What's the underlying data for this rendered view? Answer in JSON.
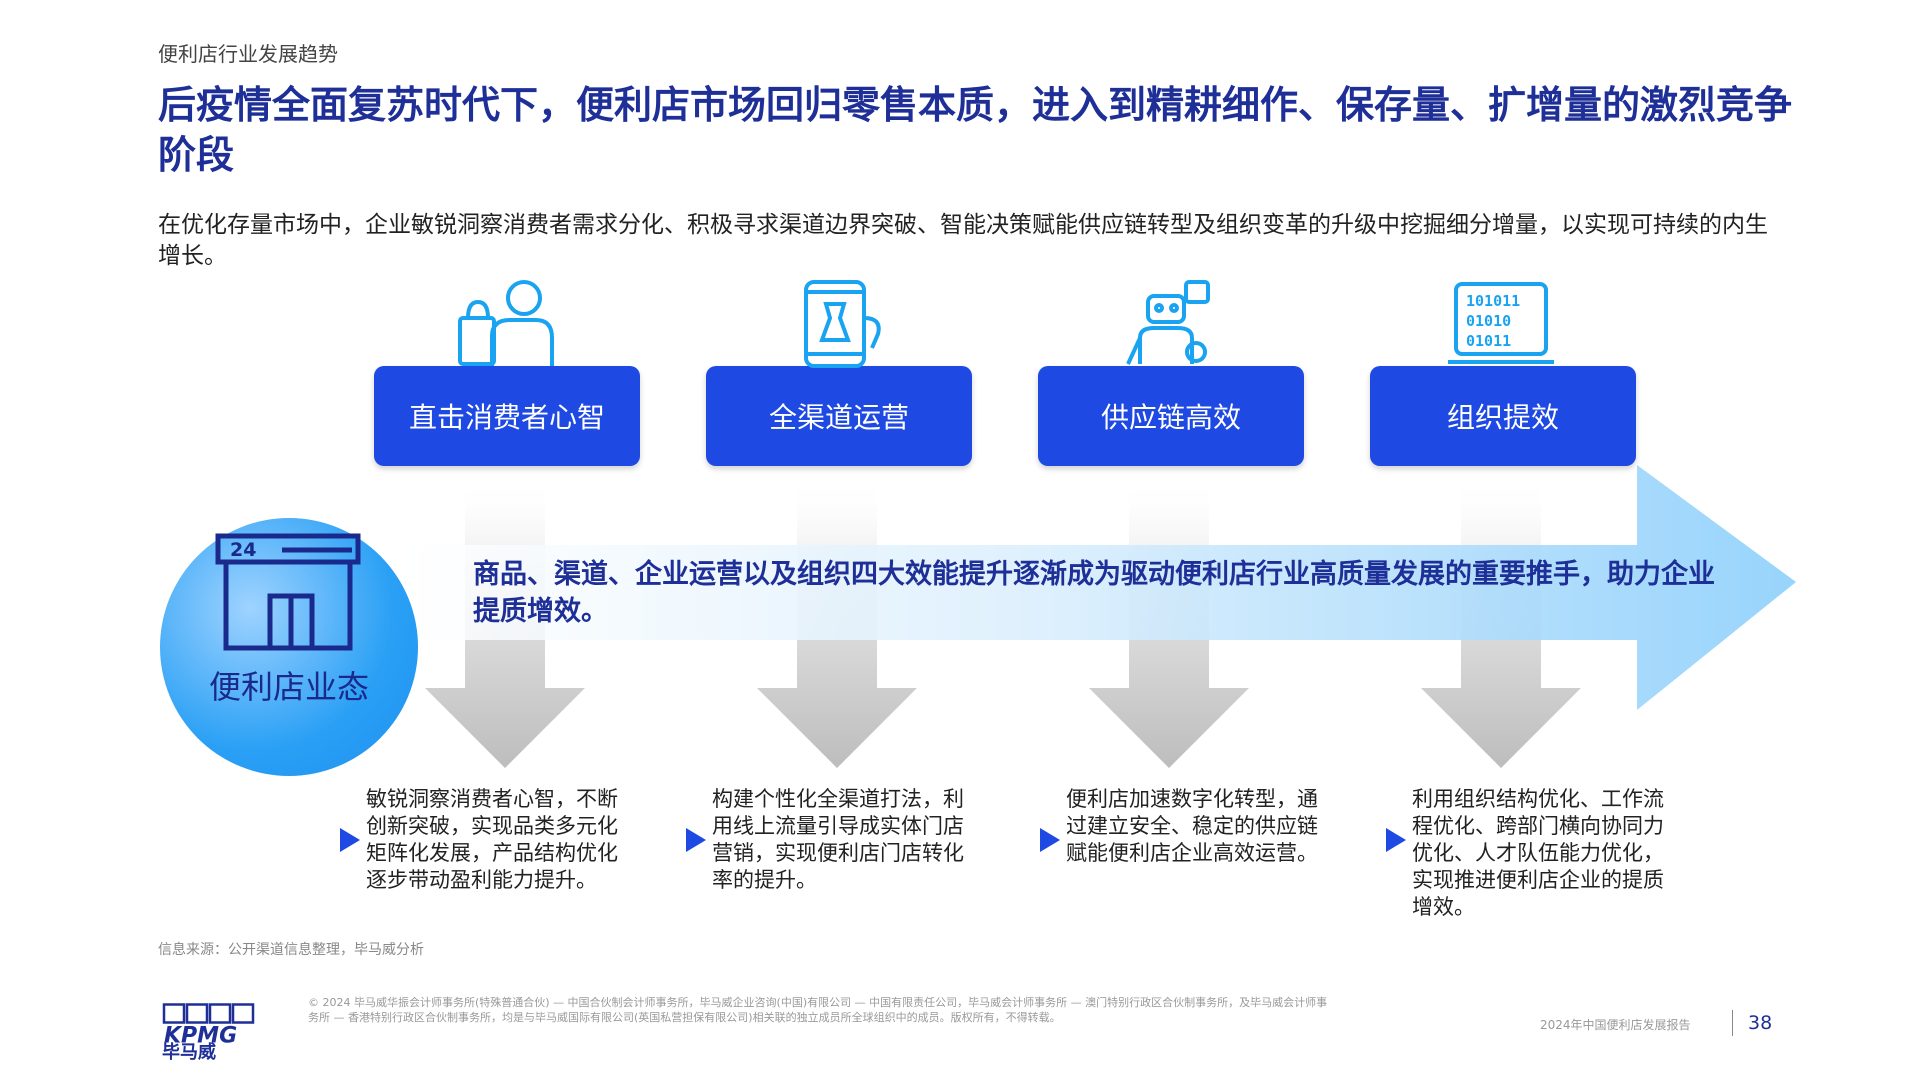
{
  "section_label": "便利店行业发展趋势",
  "title": "后疫情全面复苏时代下，便利店市场回归零售本质，进入到精耕细作、保存量、扩增量的激烈竞争阶段",
  "intro": "在优化存量市场中，企业敏锐洞察消费者需求分化、积极寻求渠道边界突破、智能决策赋能供应链转型及组织变革的升级中挖掘细分增量，以实现可持续的内生增长。",
  "pillars": [
    {
      "label": "直击消费者心智",
      "icon": "shopper-icon",
      "desc": "敏锐洞察消费者心智，不断创新突破，实现品类多元化矩阵化发展，产品结构优化逐步带动盈利能力提升。"
    },
    {
      "label": "全渠道运营",
      "icon": "smartphone-icon",
      "desc": "构建个性化全渠道打法，利用线上流量引导成实体门店营销，实现便利店门店转化率的提升。"
    },
    {
      "label": "供应链高效",
      "icon": "robot-icon",
      "desc": "便利店加速数字化转型，通过建立安全、稳定的供应链赋能便利店企业高效运营。"
    },
    {
      "label": "组织提效",
      "icon": "binary-laptop-icon",
      "desc": "利用组织结构优化、工作流程优化、跨部门横向协同力优化、人才队伍能力优化，实现推进便利店企业的提质增效。"
    }
  ],
  "circle_label": "便利店业态",
  "store_sign": "24",
  "arrow_text": "商品、渠道、企业运营以及组织四大效能提升逐渐成为驱动便利店行业高质量发展的重要推手，助力企业提质增效。",
  "source": "信息来源：公开渠道信息整理，毕马威分析",
  "logo_text": "KPMG",
  "logo_cn": "毕马威",
  "copyright": "© 2024 毕马威华振会计师事务所(特殊普通合伙) — 中国合伙制会计师事务所，毕马威企业咨询(中国)有限公司 — 中国有限责任公司，毕马威会计师事务所 — 澳门特别行政区合伙制事务所，及毕马威会计师事务所 — 香港特别行政区合伙制事务所，均是与毕马威国际有限公司(英国私营担保有限公司)相关联的独立成员所全球组织中的成员。版权所有，不得转载。",
  "report_name": "2024年中国便利店发展报告",
  "page_number": "38",
  "colors": {
    "primary": "#1e49e2",
    "title": "#1e2f97",
    "accent": "#2aa0f5"
  }
}
